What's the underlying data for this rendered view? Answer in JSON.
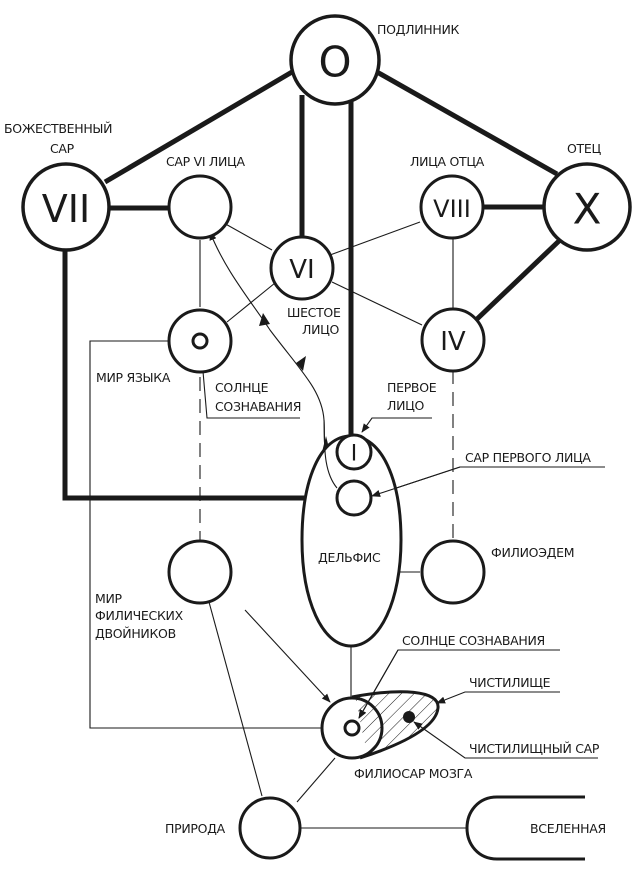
{
  "diagram": {
    "nodes": {
      "original": {
        "numeral": "O",
        "label": "ПОДЛИННИК"
      },
      "divine_sar": {
        "numeral": "VII",
        "label_line1": "БОЖЕСТВЕННЫЙ",
        "label_line2": "САР"
      },
      "father": {
        "numeral": "X",
        "label": "ОТЕЦ"
      },
      "sar_vi": {
        "label": "САР VI ЛИЦА"
      },
      "faces_of_father": {
        "numeral": "VIII",
        "label": "ЛИЦА ОТЦА"
      },
      "sixth_face": {
        "numeral": "VI",
        "label_line1": "ШЕСТОЕ",
        "label_line2": "ЛИЦО"
      },
      "fourth": {
        "numeral": "IV"
      },
      "world_of_language": {
        "label": "МИР ЯЗЫКА"
      },
      "sun_of_awareness_1": {
        "label_line1": "СОЛНЦЕ",
        "label_line2": "СОЗНАВАНИЯ"
      },
      "first_face": {
        "numeral": "I",
        "label_line1": "ПЕРВОЕ",
        "label_line2": "ЛИЦО"
      },
      "sar_first_face": {
        "label": "САР ПЕРВОГО ЛИЦА"
      },
      "delphis": {
        "label": "ДЕЛЬФИС"
      },
      "philioedem": {
        "label": "ФИЛИОЭДЕМ"
      },
      "world_of_doubles": {
        "label_line1": "МИР",
        "label_line2": "ФИЛИЧЕСКИХ",
        "label_line3": "ДВОЙНИКОВ"
      },
      "sun_of_awareness_2": {
        "label": "СОЛНЦЕ СОЗНАВАНИЯ"
      },
      "purgatory": {
        "label": "ЧИСТИЛИЩЕ"
      },
      "purgatory_sar": {
        "label": "ЧИСТИЛИЩНЫЙ САР"
      },
      "brain_philiosar": {
        "label": "ФИЛИОСАР МОЗГА"
      },
      "nature": {
        "label": "ПРИРОДА"
      },
      "universe": {
        "label": "ВСЕЛЕННАЯ"
      }
    }
  }
}
